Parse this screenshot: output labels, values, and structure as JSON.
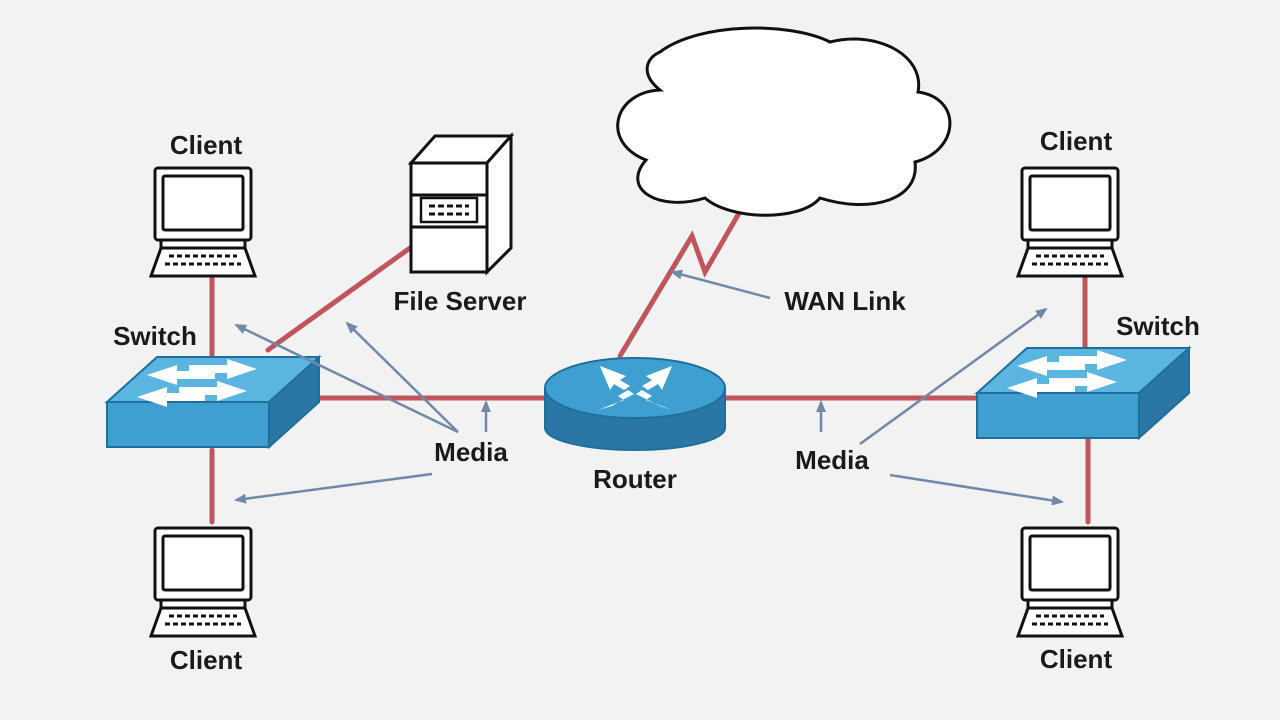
{
  "labels": {
    "client_top_left": "Client",
    "client_bottom_left": "Client",
    "client_top_right": "Client",
    "client_bottom_right": "Client",
    "file_server": "File Server",
    "switch_left": "Switch",
    "switch_right": "Switch",
    "router": "Router",
    "wan_link": "WAN Link",
    "media_left": "Media",
    "media_right": "Media"
  },
  "colors": {
    "background": "#f2f2f2",
    "cable": "#c0565c",
    "annotation_arrow": "#7189a8",
    "device_blue": "#3f9fd0",
    "device_blue_dark": "#2a77a6",
    "outline": "#111111"
  },
  "icons": [
    "client-computer-icon",
    "file-server-icon",
    "switch-icon",
    "router-icon",
    "cloud-icon"
  ]
}
